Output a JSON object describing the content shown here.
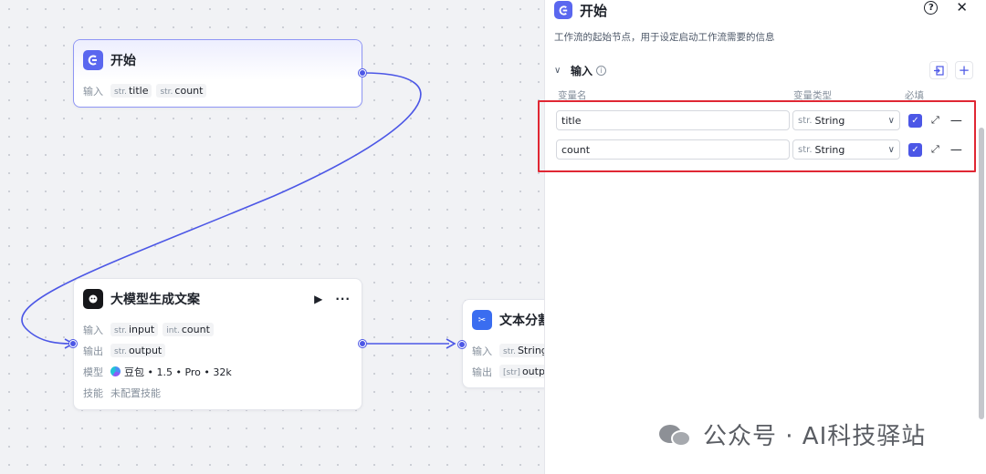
{
  "canvas": {
    "start_node": {
      "title": "开始",
      "input_label": "输入",
      "inputs": [
        {
          "type": "str.",
          "name": "title"
        },
        {
          "type": "str.",
          "name": "count"
        }
      ]
    },
    "llm_node": {
      "title": "大模型生成文案",
      "input_label": "输入",
      "inputs": [
        {
          "type": "str.",
          "name": "input"
        },
        {
          "type": "int.",
          "name": "count"
        }
      ],
      "output_label": "输出",
      "outputs": [
        {
          "type": "str.",
          "name": "output"
        }
      ],
      "model_label": "模型",
      "model_value": "豆包 • 1.5 • Pro • 32k",
      "skill_label": "技能",
      "skill_value": "未配置技能"
    },
    "split_node": {
      "title": "文本分割",
      "input_label": "输入",
      "inputs": [
        {
          "type": "str.",
          "name": "String"
        }
      ],
      "output_label": "输出",
      "outputs": [
        {
          "type": "[str]",
          "name": "output"
        }
      ]
    }
  },
  "panel": {
    "title": "开始",
    "description": "工作流的起始节点，用于设定启动工作流需要的信息",
    "section_title": "输入",
    "col_name": "变量名",
    "col_type": "变量类型",
    "col_required": "必填",
    "variables": [
      {
        "name": "title",
        "type_prefix": "str.",
        "type": "String",
        "required": true
      },
      {
        "name": "count",
        "type_prefix": "str.",
        "type": "String",
        "required": true
      }
    ]
  },
  "watermark": {
    "text": "公众号 · AI科技驿站"
  },
  "colors": {
    "accent": "#4c57e6",
    "highlight": "#e02733",
    "edge": "#4c57e6"
  },
  "icons": [
    "start-node-icon",
    "llm-icon",
    "text-split-icon",
    "play-icon",
    "more-icon",
    "help-icon",
    "close-icon",
    "chevron-down-icon",
    "info-icon",
    "import-icon",
    "add-icon",
    "checkbox-icon",
    "expand-icon",
    "remove-icon"
  ]
}
